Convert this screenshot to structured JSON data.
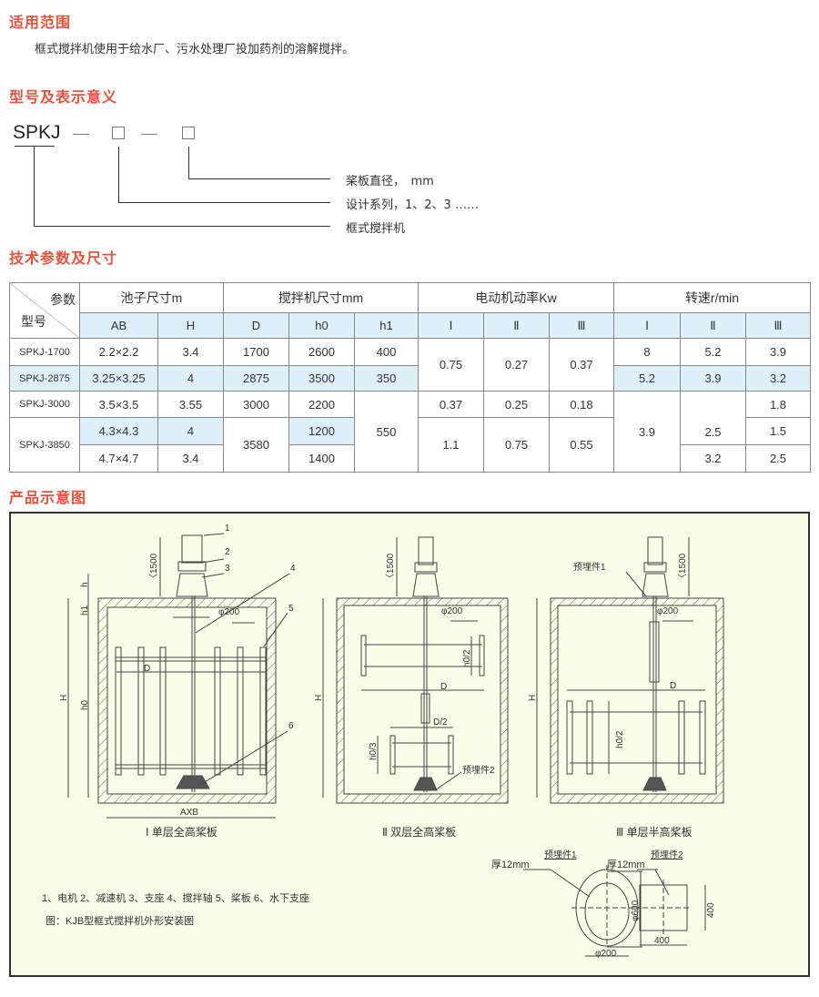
{
  "sections": {
    "scope_title": "适用范围",
    "scope_text": "框式搅拌机使用于给水厂、污水处理厂投加药剂的溶解搅拌。",
    "model_title": "型号及表示意义",
    "params_title": "技术参数及尺寸",
    "diagram_title": "产品示意图"
  },
  "model": {
    "code": "SPKJ",
    "legend": [
      "桨板直径，　mm",
      "设计系列，1、2、3 ……",
      "框式搅拌机"
    ]
  },
  "table": {
    "corner_top": "参数",
    "corner_bottom": "型号",
    "groups": [
      "池子尺寸m",
      "搅拌机尺寸mm",
      "电动机动率Kw",
      "转速r/min"
    ],
    "subheaders": [
      "AB",
      "H",
      "D",
      "h0",
      "h1",
      "Ⅰ",
      "Ⅱ",
      "Ⅲ",
      "Ⅰ",
      "Ⅱ",
      "Ⅲ"
    ],
    "rows": {
      "r1": {
        "model": "SPKJ-1700",
        "ab": "2.2×2.2",
        "h": "3.4",
        "d": "1700",
        "h0": "2600",
        "h1": "400",
        "p1": "0.75",
        "p2": "0.27",
        "p3": "0.37",
        "s1": "8",
        "s2": "5.2",
        "s3": "3.9"
      },
      "r2": {
        "model": "SPKJ-2875",
        "ab": "3.25×3.25",
        "h": "4",
        "d": "2875",
        "h0": "3500",
        "h1": "350",
        "s1": "5.2",
        "s2": "3.9",
        "s3": "3.2"
      },
      "r3": {
        "model": "SPKJ-3000",
        "ab": "3.5×3.5",
        "h": "3.55",
        "d": "3000",
        "h0": "2200",
        "h1": "550",
        "p1": "0.37",
        "p2": "0.25",
        "p3": "0.18",
        "s1": "3.9",
        "s2": "2.5",
        "s3": "1.8"
      },
      "r4": {
        "model": "SPKJ-3850",
        "ab_a": "4.3×4.3",
        "h_a": "4",
        "ab_b": "4.7×4.7",
        "h_b": "3.4",
        "d": "3580",
        "h0_a": "1200",
        "h0_b": "1400",
        "p1": "1.1",
        "p2": "0.75",
        "p3": "0.55",
        "s3_a": "1.5",
        "s2_b": "3.2",
        "s3_b": "2.5"
      }
    }
  },
  "diagram": {
    "callouts": [
      "1",
      "2",
      "3",
      "4",
      "5",
      "6"
    ],
    "dim_1500": "〈1500",
    "dim_phi200": "φ200",
    "dim_h": "h",
    "dim_h1": "h1",
    "dim_H": "H",
    "dim_h0": "h0",
    "dim_D": "D",
    "dim_axb": "AXB",
    "dim_h0_2": "h0/2",
    "dim_d_2": "D/2",
    "dim_h0_3": "h0/3",
    "embed1": "预埋件1",
    "embed2": "预埋件2",
    "caption1": "Ⅰ 单层全高桨板",
    "caption2": "Ⅱ 双层全高桨板",
    "caption3": "Ⅲ 单层半高桨板",
    "thickness": "厚12mm",
    "dim_phi600": "φ600",
    "dim_400": "400",
    "parts_legend": "1、电机  2、减速机 3、支座 4、搅拌轴 5、桨板 6、水下支座",
    "figure_caption": "图：KJB型框式搅拌机外形安装图"
  }
}
